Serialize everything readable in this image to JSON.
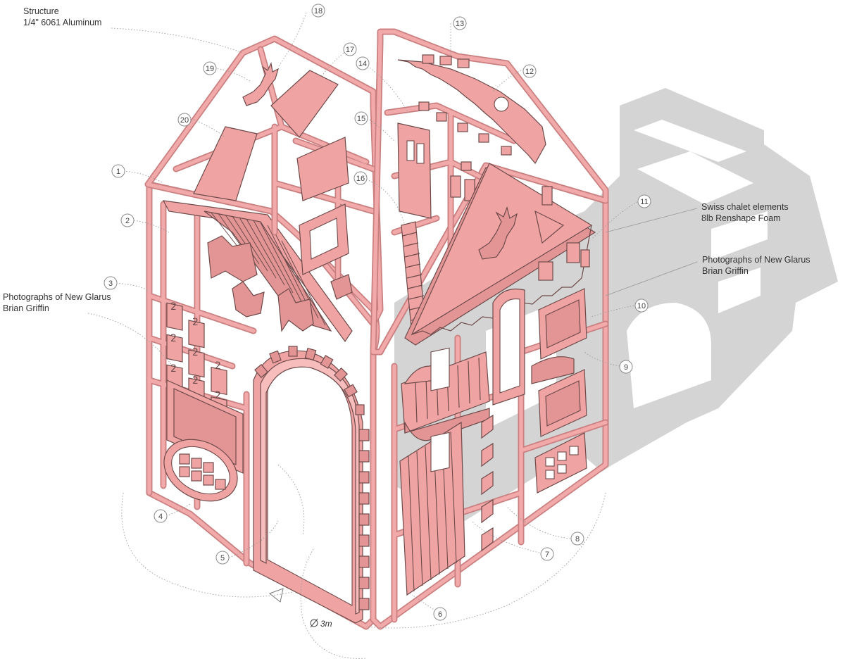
{
  "annotations": {
    "structure_title": "Structure",
    "structure_material": "1/4\" 6061 Aluminum",
    "chalet_title": "Swiss chalet elements",
    "chalet_material": "8lb Renshape Foam",
    "photos_left_title": "Photographs of New Glarus",
    "photos_left_author": "Brian Griffin",
    "photos_right_title": "Photographs of New Glarus",
    "photos_right_author": "Brian Griffin",
    "diameter": "3m"
  },
  "callouts": [
    "1",
    "2",
    "3",
    "4",
    "5",
    "6",
    "7",
    "8",
    "9",
    "10",
    "11",
    "12",
    "13",
    "14",
    "15",
    "16",
    "17",
    "18",
    "19",
    "20"
  ],
  "colors": {
    "aluminum_frame": "#f2a9a9",
    "foam_parts": "#f0a3a3",
    "shadow": "#d4d4d4",
    "outline": "#6e4a4a"
  }
}
